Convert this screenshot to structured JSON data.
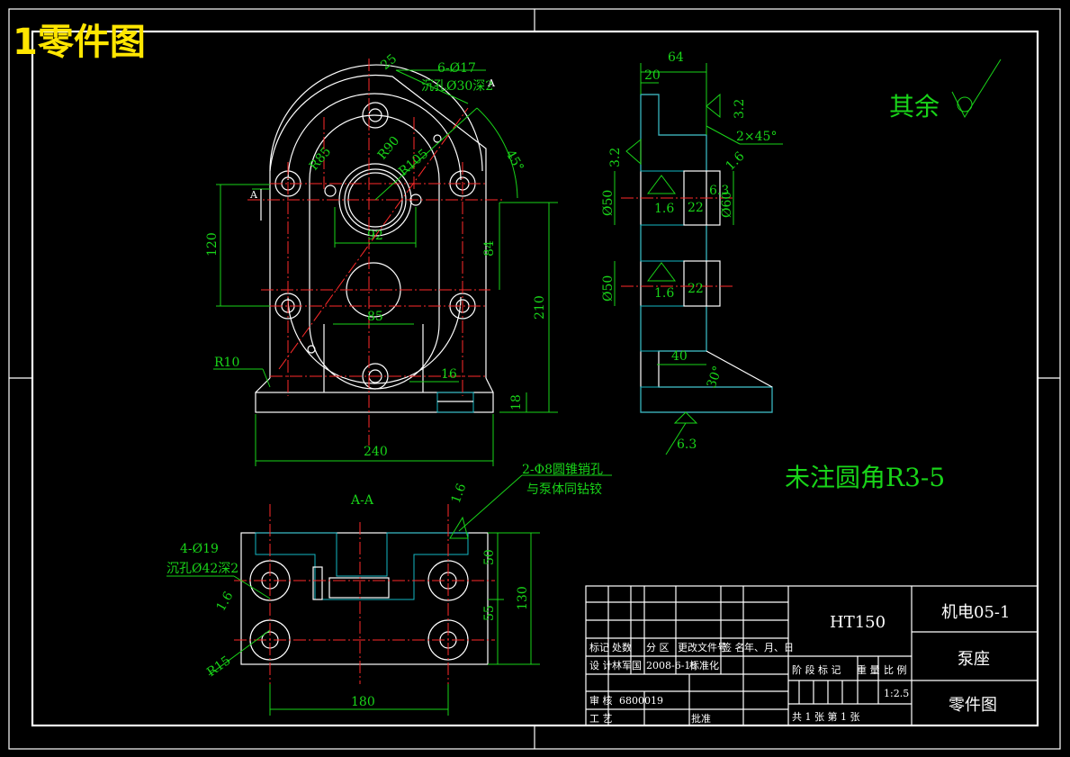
{
  "title": "1零件图",
  "remark_rest": "其余",
  "remark_fillet": "未注圆角R3-5",
  "front_view": {
    "holes_label": "6-Ø17",
    "holes_note": "沉孔Ø30深2",
    "section_mark": "A",
    "angle": "45°",
    "angle_small": "25",
    "r85": "R85",
    "r90": "R90",
    "r105": "R105",
    "dim_120": "120",
    "dim_92": "92",
    "dim_84": "84",
    "dim_85": "85",
    "dim_210": "210",
    "dim_16": "16",
    "dim_18": "18",
    "dim_240": "240",
    "r10": "R10"
  },
  "side_view": {
    "dim_64": "64",
    "dim_20": "20",
    "rough_32a": "3.2",
    "rough_32b": "3.2",
    "chamfer": "2×45°",
    "rough_16a": "1.6",
    "rough_16b": "1.6",
    "dim_phi50a": "Ø50",
    "dim_phi50b": "Ø50",
    "dim_phi60": "Ø60",
    "dim_22a": "22",
    "dim_22b": "22",
    "dim_63": "6.3",
    "dim_40": "40",
    "angle_30": "30°",
    "rough_63": "6.3",
    "rough_small": "1.6"
  },
  "section_view": {
    "label": "A-A",
    "pin_label": "2-Φ8圆锥销孔",
    "pin_note": "与泵体同钻铰",
    "rough_16": "1.6",
    "holes_label": "4-Ø19",
    "holes_note": "沉孔Ø42深2",
    "rough_16b": "1.6",
    "dim_50": "50",
    "dim_55": "55",
    "dim_130": "130",
    "r15": "R15",
    "dim_180": "180"
  },
  "title_block": {
    "material": "HT150",
    "class_code": "机电05-1",
    "part_name": "泵座",
    "drawing_type": "零件图",
    "h_mark": "标记",
    "h_count": "处数",
    "h_zone": "分 区",
    "h_docno": "更改文件号",
    "h_sign": "签 名",
    "h_date": "年、月、日",
    "r_design": "设 计",
    "designer": "林军国",
    "design_date": "2008-6-18",
    "r_std": "标准化",
    "r_review": "审 核",
    "reviewer": "6800019",
    "r_process": "工 艺",
    "r_approve": "批准",
    "h_stage": "阶 段 标 记",
    "h_weight": "重 量",
    "h_scale": "比 例",
    "scale": "1:2.5",
    "sheets": "共 1  张  第  1 张"
  }
}
